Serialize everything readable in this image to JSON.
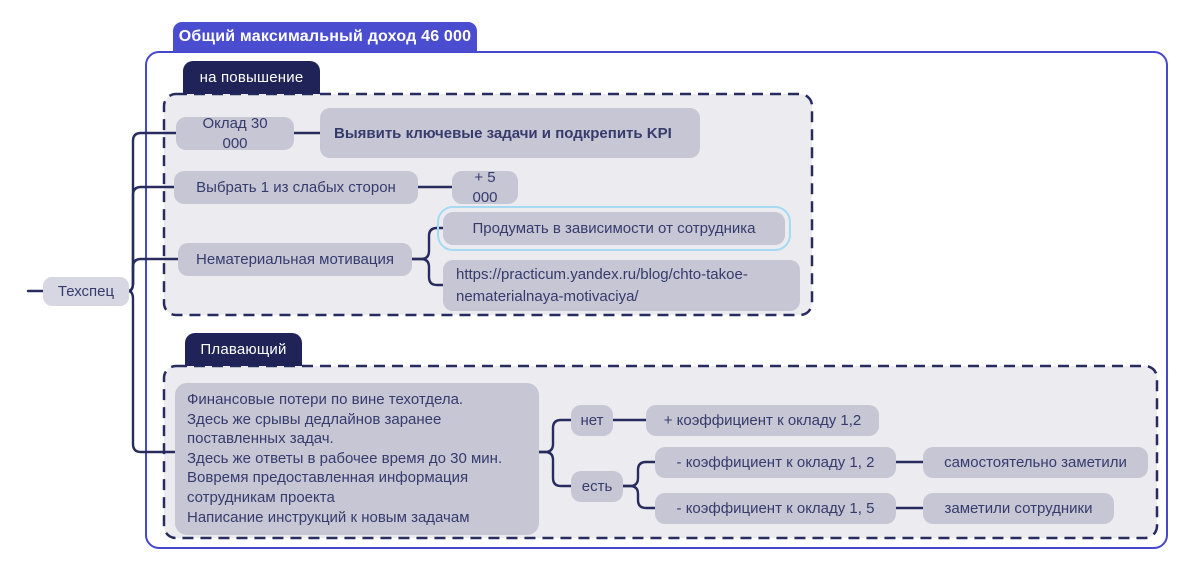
{
  "canvas": {
    "title": "Общий максимальный доход 46 000",
    "root": "Техспец"
  },
  "group1": {
    "tab": "на повышение",
    "salary": "Оклад 30 000",
    "kpi": "Выявить ключевые задачи и подкрепить KPI",
    "weakness": "Выбрать 1 из слабых сторон",
    "bonus": "+ 5 000",
    "motivation": "Нематериальная мотивация",
    "think": "Продумать в зависимости от сотрудника",
    "link": "https://practicum.yandex.ru/blog/chto-takoe-nematerialnaya-motivaciya/"
  },
  "group2": {
    "tab": "Плавающий",
    "criteria": "Финансовые потери по вине техотдела.\nЗдесь же срывы дедлайнов заранее\nпоставленных задач.\nЗдесь же ответы в рабочее время до 30 мин.\nВовремя предоставленная информация\nсотрудникам проекта\nНаписание инструкций к новым задачам",
    "no": "нет",
    "no_result": "+ коэффициент к окладу 1,2",
    "yes": "есть",
    "coef12": "- коэффициент к окладу 1, 2",
    "coef12_note": "самостоятельно заметили",
    "coef15": "- коэффициент к окладу 1, 5",
    "coef15_note": "заметили сотрудники"
  },
  "colors": {
    "accent_indigo": "#4b4dd0",
    "outer_border": "#4547cd",
    "dark_navy_badge": "#1f2357",
    "group_fill": "#ececf0",
    "group_dash_border": "#272b5e",
    "node_fill": "#c6c6d5",
    "root_node_fill": "#d7d7e3",
    "node_text": "#363b6c",
    "connector": "#272b5e",
    "selection_outline": "#a7d9f3"
  }
}
